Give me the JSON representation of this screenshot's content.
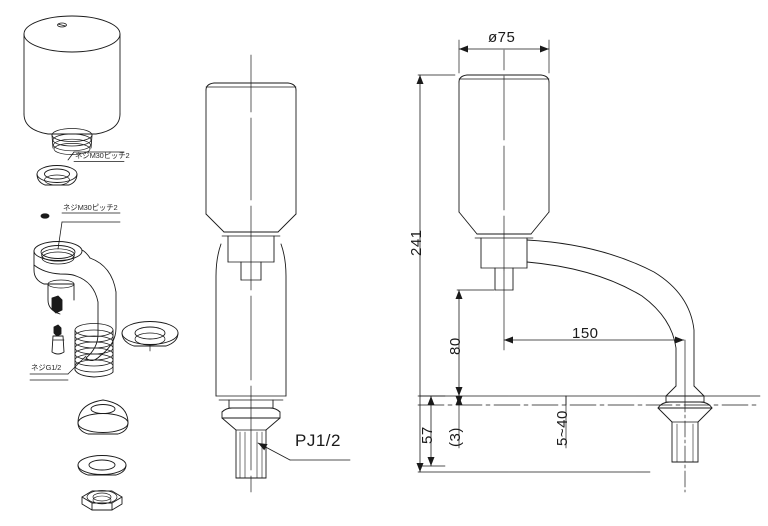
{
  "drawing": {
    "title": "Faucet assembly technical drawing",
    "sheet_width": 768,
    "sheet_height": 526,
    "line_color": "#1a1a1a",
    "background_color": "#ffffff"
  },
  "views": {
    "exploded": {
      "name": "exploded-parts-view"
    },
    "front": {
      "name": "front-elevation-view"
    },
    "side": {
      "name": "side-elevation-dimensioned-view"
    }
  },
  "annotations": {
    "thread_cartridge": "ネジM30ピッチ2",
    "thread_body": "ネジM30ピッチ2",
    "thread_shank": "ネジG1/2",
    "inlet_thread": "PJ1/2"
  },
  "dimensions": {
    "cap_diameter": "ø75",
    "total_height": "241",
    "spout_height": "80",
    "spout_reach": "150",
    "below_deck": "57",
    "deck_gap": "(3)",
    "deck_thickness_range": "5~40"
  }
}
